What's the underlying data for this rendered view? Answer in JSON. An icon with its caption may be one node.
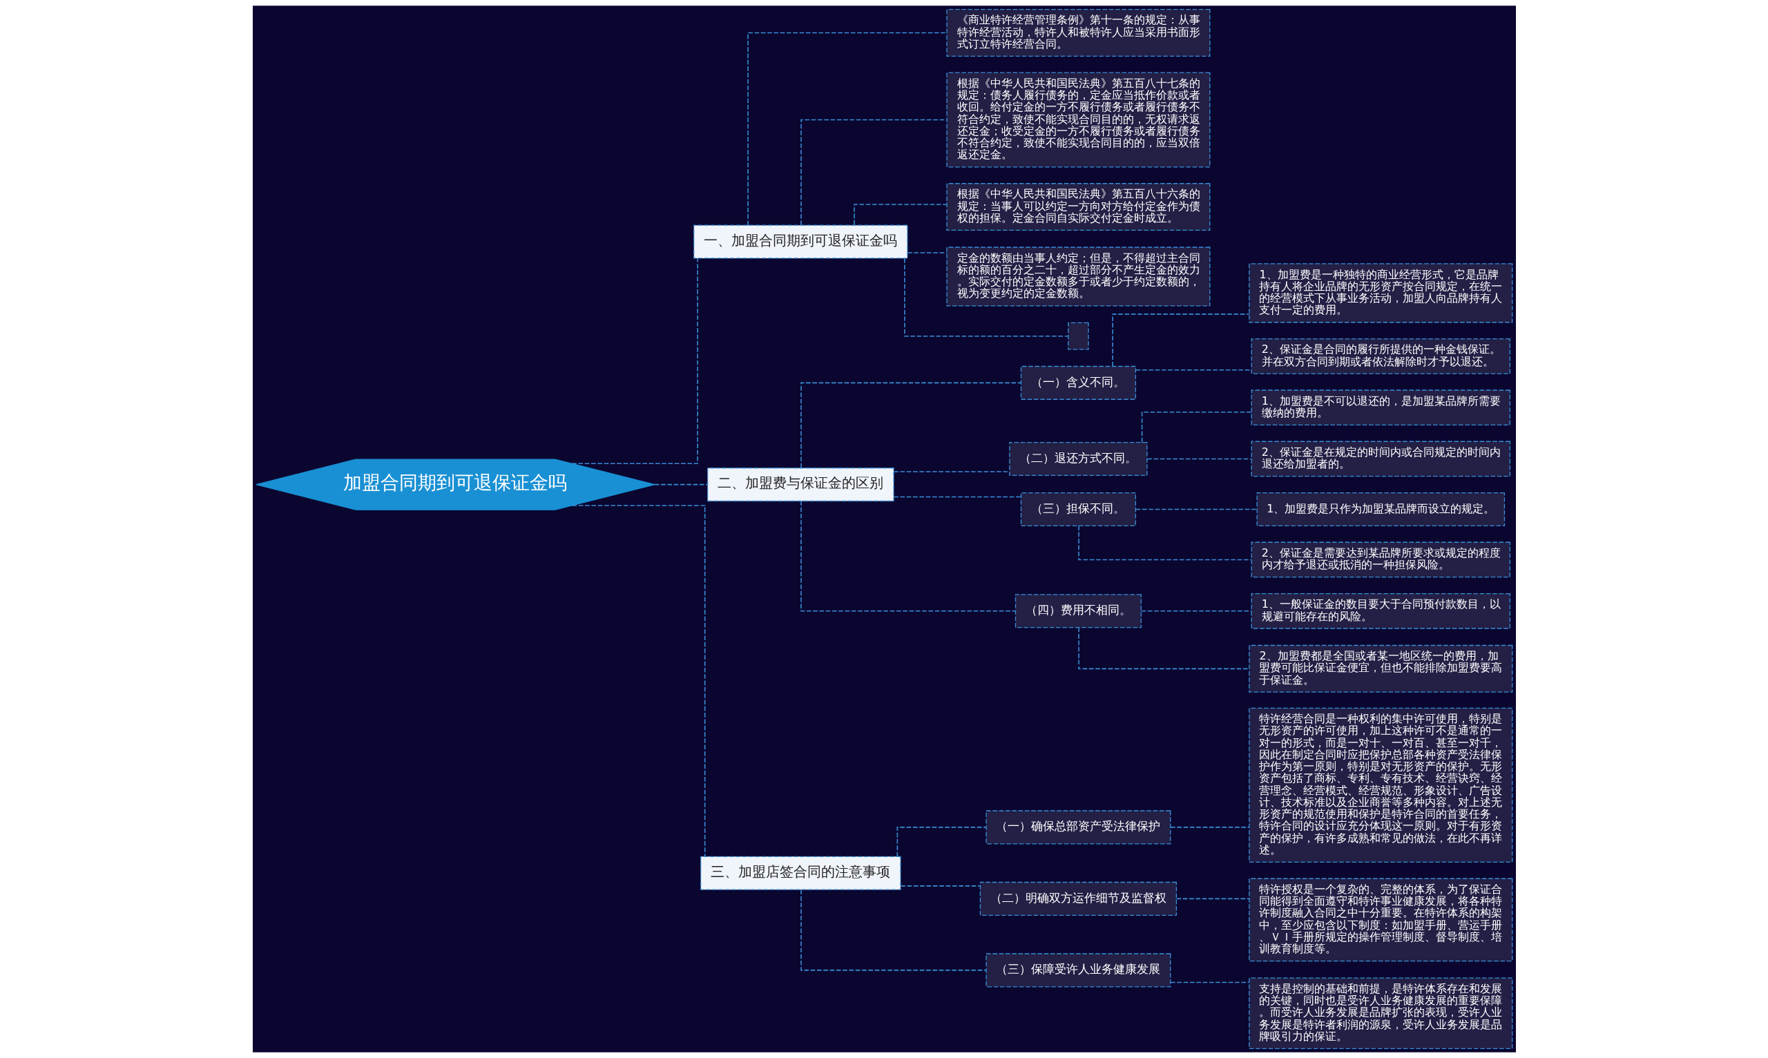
{
  "diagram": {
    "nodes": [
      {
        "text": [
          "加盟合同期到可退保证金吗"
        ]
      },
      {
        "text": [
          "一、加盟合同期到可退保证金吗"
        ]
      },
      {
        "text": [
          "《商业特许经营管理条例》第十一条的规定：从事特许经营活动，特许人和被特许人应当采用书面形式订立特许经营合同。"
        ]
      },
      {
        "text": [
          "根据《中华人民共和国民法典》第五百八十七条的规定：债务人履行债务的，定金应当抵作价款或者收回。给付定金的一方不履行债务或者履行债务不符合约定，致使不能实现合同目的的，无权请求返还定金；收受定金的一方不履行债务或者履行债务不符合约定，致使不能实现合同目的的，应当双倍返还定金。"
        ]
      },
      {
        "text": [
          "根据《中华人民共和国民法典》第五百八十六条的规定：当事人可以约定一方向对方给付定金作为债权的担保。定金合同自实际交付定金时成立。"
        ]
      },
      {
        "text": [
          "定金的数额由当事人约定；但是，不得超过主合同标的额的百分之二十，超过部分不产生定金的效力。实际交付的定金数额多于或者少于约定数额的，视为变更约定的定金数额。"
        ]
      },
      {
        "text": [],
        "shape": "box"
      },
      {
        "text": [
          "二、加盟费与保证金的区别"
        ]
      },
      {
        "text": [
          "（一）含义不同。"
        ]
      },
      {
        "text": [
          "1、加盟费是一种独特的商业经营形式，它是品牌持有人将企业品牌的无形资产按合同规定，在统一的经营模式下从事业务活动，加盟人向品牌持有人支付一定的费用。"
        ]
      },
      {
        "text": [
          "2、保证金是合同的履行所提供的一种金钱保证。并在双方合同到期或者依法解除时才予以退还。"
        ]
      },
      {
        "text": [
          "（二）退还方式不同。"
        ]
      },
      {
        "text": [
          "1、加盟费是不可以退还的，是加盟某品牌所需要缴纳的费用。"
        ]
      },
      {
        "text": [
          "2、保证金是在规定的时间内或合同规定的时间内退还给加盟者的。"
        ]
      },
      {
        "text": [
          "（三）担保不同。"
        ]
      },
      {
        "text": [
          "1、加盟费是只作为加盟某品牌而设立的规定。"
        ]
      },
      {
        "text": [
          "2、保证金是需要达到某品牌所要求或规定的程度内才给予退还或抵消的一种担保风险。"
        ]
      },
      {
        "text": [
          "（四）费用不相同。"
        ]
      },
      {
        "text": [
          "1、一般保证金的数目要大于合同预付款数目，以规避可能存在的风险。"
        ]
      },
      {
        "text": [
          "2、加盟费都是全国或者某一地区统一的费用，加盟费可能比保证金便宜，但也不能排除加盟费要高于保证金。"
        ]
      },
      {
        "text": [
          "三、加盟店签合同的注意事项"
        ]
      },
      {
        "text": [
          "（一）确保总部资产受法律保护"
        ]
      },
      {
        "text": [
          "特许经营合同是一种权利的集中许可使用，特别是无形资产的许可使用，加上这种许可不是通常的一对一的形式，而是一对十、一对百、甚至一对千，因此在制定合同时应把保护总部各种资产受法律保护作为第一原则，特别是对无形资产的保护。无形资产包括了商标、专利、专有技术、经营诀窍、经营理念、经营模式、经营规范、形象设计、广告设计、技术标准以及企业商誉等多种内容。对上述无形资产的规范使用和保护是特许合同的首要任务，特许合同的设计应充分体现这一原则。对于有形资产的保护，有许多成熟和常见的做法，在此不再详述。"
        ]
      },
      {
        "text": [
          "（二）明确双方运作细节及监督权"
        ]
      },
      {
        "text": [
          "特许授权是一个复杂的、完整的体系，为了保证合同能得到全面遵守和特许事业健康发展，将各种特许制度融入合同之中十分重要。在特许体系的构架中，至少应包含以下制度：如加盟手册、营运手册、ＶＩ手册所规定的操作管理制度、督导制度、培训教育制度等。"
        ]
      },
      {
        "text": [
          "（三）保障受许人业务健康发展"
        ]
      },
      {
        "text": [
          "支持是控制的基础和前提，是特许体系存在和发展的关键，同时也是受许人业务健康发展的重要保障。而受许人业务发展是品牌扩张的表现，受许人业务发展是特许者利润的源泉，受许人业务发展是品牌吸引力的保证。"
        ]
      }
    ],
    "edges": [
      {
        "from": 0,
        "to": 1,
        "arrow": "none"
      },
      {
        "from": 1,
        "to": 2,
        "arrow": "none"
      },
      {
        "from": 1,
        "to": 3,
        "arrow": "none"
      },
      {
        "from": 1,
        "to": 4,
        "arrow": "none"
      },
      {
        "from": 1,
        "to": 5,
        "arrow": "none"
      },
      {
        "from": 1,
        "to": 6,
        "arrow": "none"
      },
      {
        "from": 0,
        "to": 7,
        "arrow": "none"
      },
      {
        "from": 7,
        "to": 8,
        "arrow": "none"
      },
      {
        "from": 8,
        "to": 9,
        "arrow": "none"
      },
      {
        "from": 8,
        "to": 10,
        "arrow": "none"
      },
      {
        "from": 7,
        "to": 11,
        "arrow": "none"
      },
      {
        "from": 11,
        "to": 12,
        "arrow": "none"
      },
      {
        "from": 11,
        "to": 13,
        "arrow": "none"
      },
      {
        "from": 7,
        "to": 14,
        "arrow": "none"
      },
      {
        "from": 14,
        "to": 15,
        "arrow": "none"
      },
      {
        "from": 14,
        "to": 16,
        "arrow": "none"
      },
      {
        "from": 7,
        "to": 17,
        "arrow": "none"
      },
      {
        "from": 17,
        "to": 18,
        "arrow": "none"
      },
      {
        "from": 17,
        "to": 19,
        "arrow": "none"
      },
      {
        "from": 0,
        "to": 20,
        "arrow": "none"
      },
      {
        "from": 20,
        "to": 21,
        "arrow": "none"
      },
      {
        "from": 21,
        "to": 22,
        "arrow": "none"
      },
      {
        "from": 20,
        "to": 23,
        "arrow": "none"
      },
      {
        "from": 23,
        "to": 24,
        "arrow": "none"
      },
      {
        "from": 20,
        "to": 25,
        "arrow": "none"
      },
      {
        "from": 25,
        "to": 26,
        "arrow": "none"
      }
    ]
  }
}
